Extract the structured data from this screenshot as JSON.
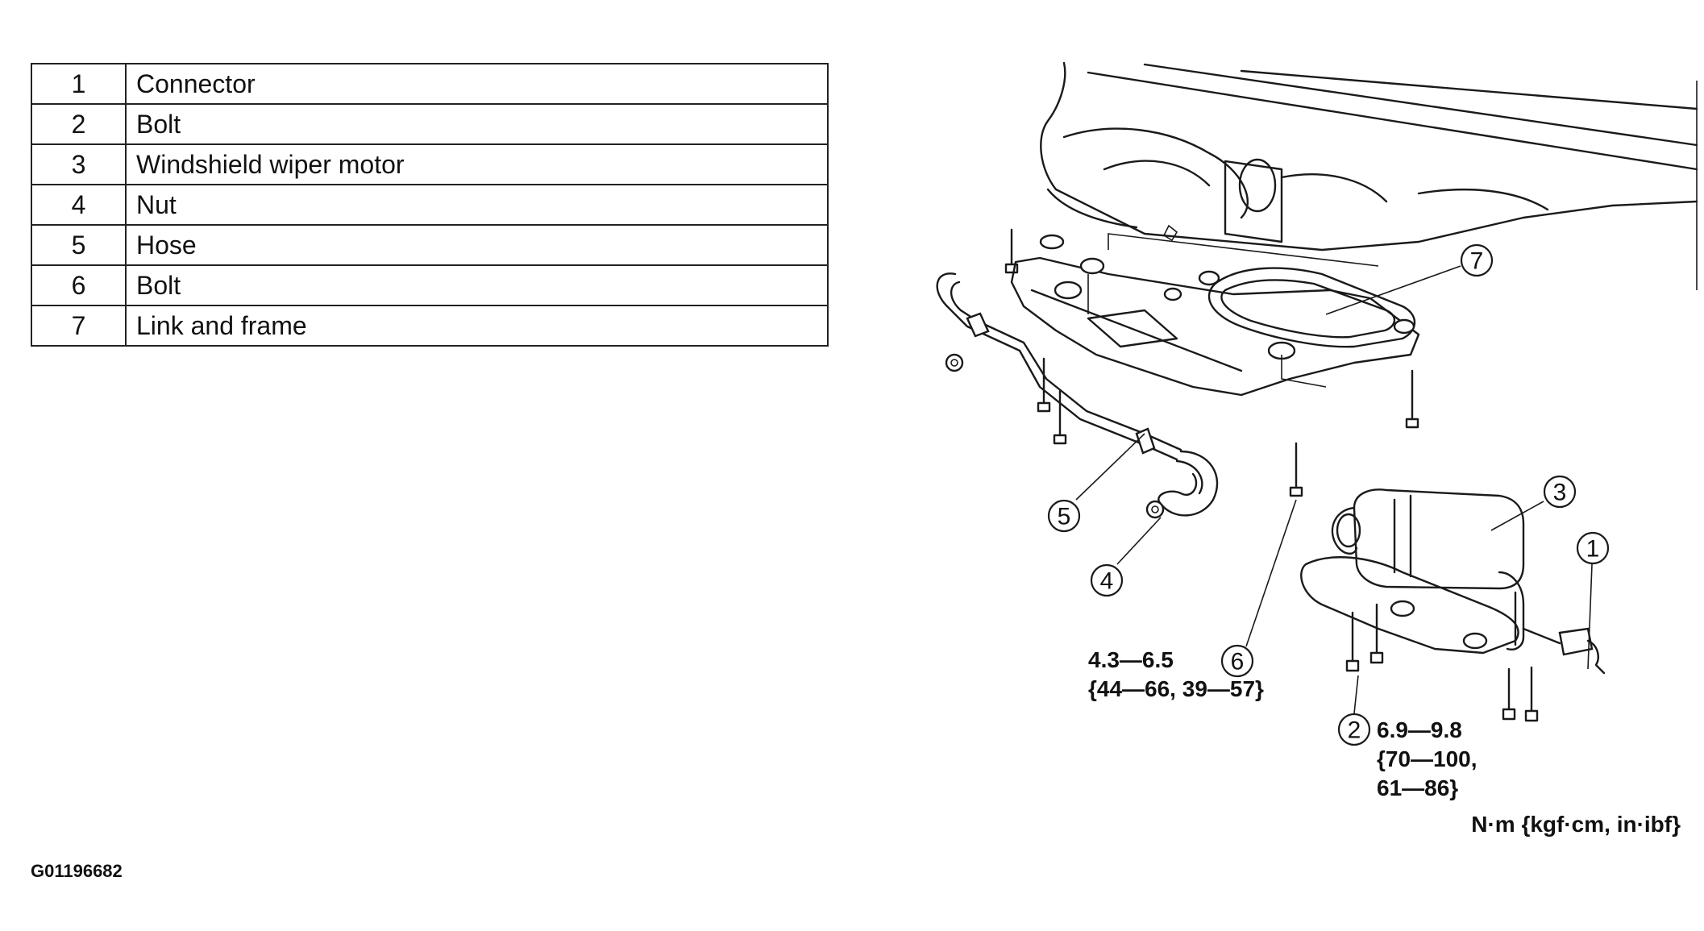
{
  "parts_table": [
    {
      "number": "1",
      "name": "Connector"
    },
    {
      "number": "2",
      "name": "Bolt"
    },
    {
      "number": "3",
      "name": "Windshield wiper motor"
    },
    {
      "number": "4",
      "name": "Nut"
    },
    {
      "number": "5",
      "name": "Hose"
    },
    {
      "number": "6",
      "name": "Bolt"
    },
    {
      "number": "7",
      "name": "Link and frame"
    }
  ],
  "callouts": {
    "c1": "1",
    "c2": "2",
    "c3": "3",
    "c4": "4",
    "c5": "5",
    "c6": "6",
    "c7": "7"
  },
  "torque_specs": {
    "bolt6": [
      "4.3—6.5",
      "{44—66, 39—57}"
    ],
    "bolt2": [
      "6.9—9.8",
      "{70—100,",
      "61—86}"
    ]
  },
  "units_note": "N·m {kgf·cm, in·ibf}",
  "figure_id": "G01196682"
}
